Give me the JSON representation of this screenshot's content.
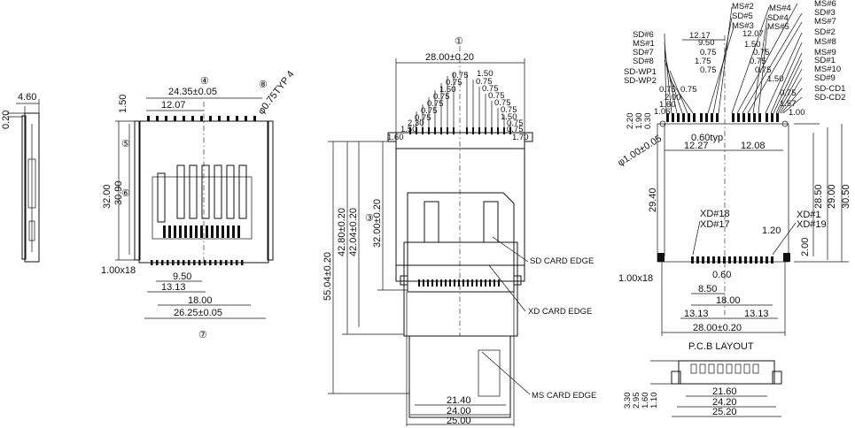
{
  "side_view": {
    "width": "4.60",
    "offset": "0.20"
  },
  "top_view": {
    "callouts": {
      "c4": "④",
      "c5": "⑤",
      "c6": "⑥",
      "c7": "⑦",
      "c8": "⑧"
    },
    "dims": {
      "d2435": "24.35±0.05",
      "d1207": "12.07",
      "d150": "1.50",
      "d3200": "32.00",
      "d3090": "30.90",
      "d100x18": "1.00x18",
      "d950": "9.50",
      "d1313": "13.13",
      "d1800": "18.00",
      "d2625": "26.25±0.05",
      "dtyp": "φ0.75TYP 4"
    }
  },
  "front_view": {
    "callouts": {
      "c1": "①",
      "c3": "③"
    },
    "dims": {
      "d2800": "28.00±0.20",
      "d160": "1.60",
      "d170": "1.70",
      "d5504": "55.04±0.20",
      "d4280": "42.80±0.20",
      "d4204": "42.04±0.20",
      "d3200": "32.00±0.20",
      "d2140": "21.40",
      "d2400": "24.00",
      "d2500": "25.00"
    },
    "pitch_left": [
      "0.75",
      "0.75",
      "1.50",
      "0.75",
      "0.75",
      "0.75",
      "0.75",
      "2.30",
      "1.50"
    ],
    "pitch_right": [
      "1.50",
      "0.75",
      "0.75",
      "0.75",
      "0.75",
      "0.75",
      "1.50",
      "0.75",
      "0.75"
    ],
    "labels": {
      "sd": "SD CARD EDGE",
      "xd": "XD CARD EDGE",
      "ms": "MS CARD EDGE"
    }
  },
  "pcb_layout": {
    "title": "P.C.B LAYOUT",
    "top_labels": [
      "MS#2",
      "MS#4",
      "MS#6",
      "SD#3",
      "MS#7",
      "SD#5",
      "SD#4",
      "MS#3",
      "MS#5",
      "SD#2",
      "MS#8",
      "MS#9",
      "SD#1",
      "MS#10",
      "SD#9",
      "SD-CD1",
      "SD-CD2"
    ],
    "left_labels": [
      "SD#6",
      "MS#1",
      "SD#7",
      "SD#8",
      "SD-WP1",
      "SD-WP2"
    ],
    "dims": {
      "d1217": "12.17",
      "d950": "9.50",
      "d1207": "12.07",
      "d150": "1.50",
      "d075": "0.75",
      "d175": "1.75",
      "d160": "1.60",
      "d106": "1.06",
      "d200": "2.00",
      "d220": "2.20",
      "d190": "1.90",
      "d030": "0.30",
      "d157": "1.57",
      "d100": "1.00",
      "dphi": "φ1.00±0.05",
      "d060typ": "0.60typ",
      "d1227": "12.27",
      "d1208": "12.08",
      "d2940": "29.40",
      "d2850": "28.50",
      "d2900": "29.00",
      "d3050": "30.50",
      "d120": "1.20",
      "d200b": "2.00",
      "d100x18": "1.00x18",
      "d060": "0.60",
      "d850": "8.50",
      "d1800": "18.00",
      "d1313a": "13.13",
      "d1313b": "13.13",
      "d2800": "28.00±0.20"
    },
    "xd_labels": [
      "XD#18",
      "XD#17",
      "XD#1",
      "XD#19"
    ]
  },
  "connector_view": {
    "dims": {
      "d330": "3.30",
      "d295": "2.95",
      "d160": "1.60",
      "d110": "1.10",
      "d2160": "21.60",
      "d2420": "24.20",
      "d2520": "25.20"
    }
  }
}
